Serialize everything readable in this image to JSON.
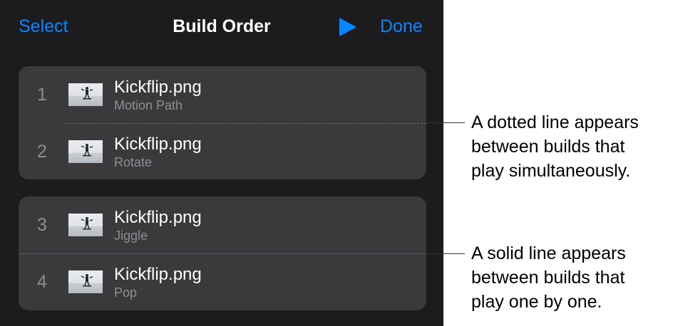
{
  "nav": {
    "select_label": "Select",
    "title": "Build Order",
    "play_icon": "play-icon",
    "done_label": "Done",
    "accent_color": "#0a84ff"
  },
  "groups": [
    {
      "separator": "dotted",
      "rows": [
        {
          "number": "1",
          "title": "Kickflip.png",
          "subtitle": "Motion Path"
        },
        {
          "number": "2",
          "title": "Kickflip.png",
          "subtitle": "Rotate"
        }
      ]
    },
    {
      "separator": "solid",
      "rows": [
        {
          "number": "3",
          "title": "Kickflip.png",
          "subtitle": "Jiggle"
        },
        {
          "number": "4",
          "title": "Kickflip.png",
          "subtitle": "Pop"
        }
      ]
    }
  ],
  "callouts": [
    {
      "lines": [
        "A dotted line appears",
        "between builds that",
        "play simultaneously."
      ]
    },
    {
      "lines": [
        "A solid line appears",
        "between builds that",
        "play one by one."
      ]
    }
  ]
}
